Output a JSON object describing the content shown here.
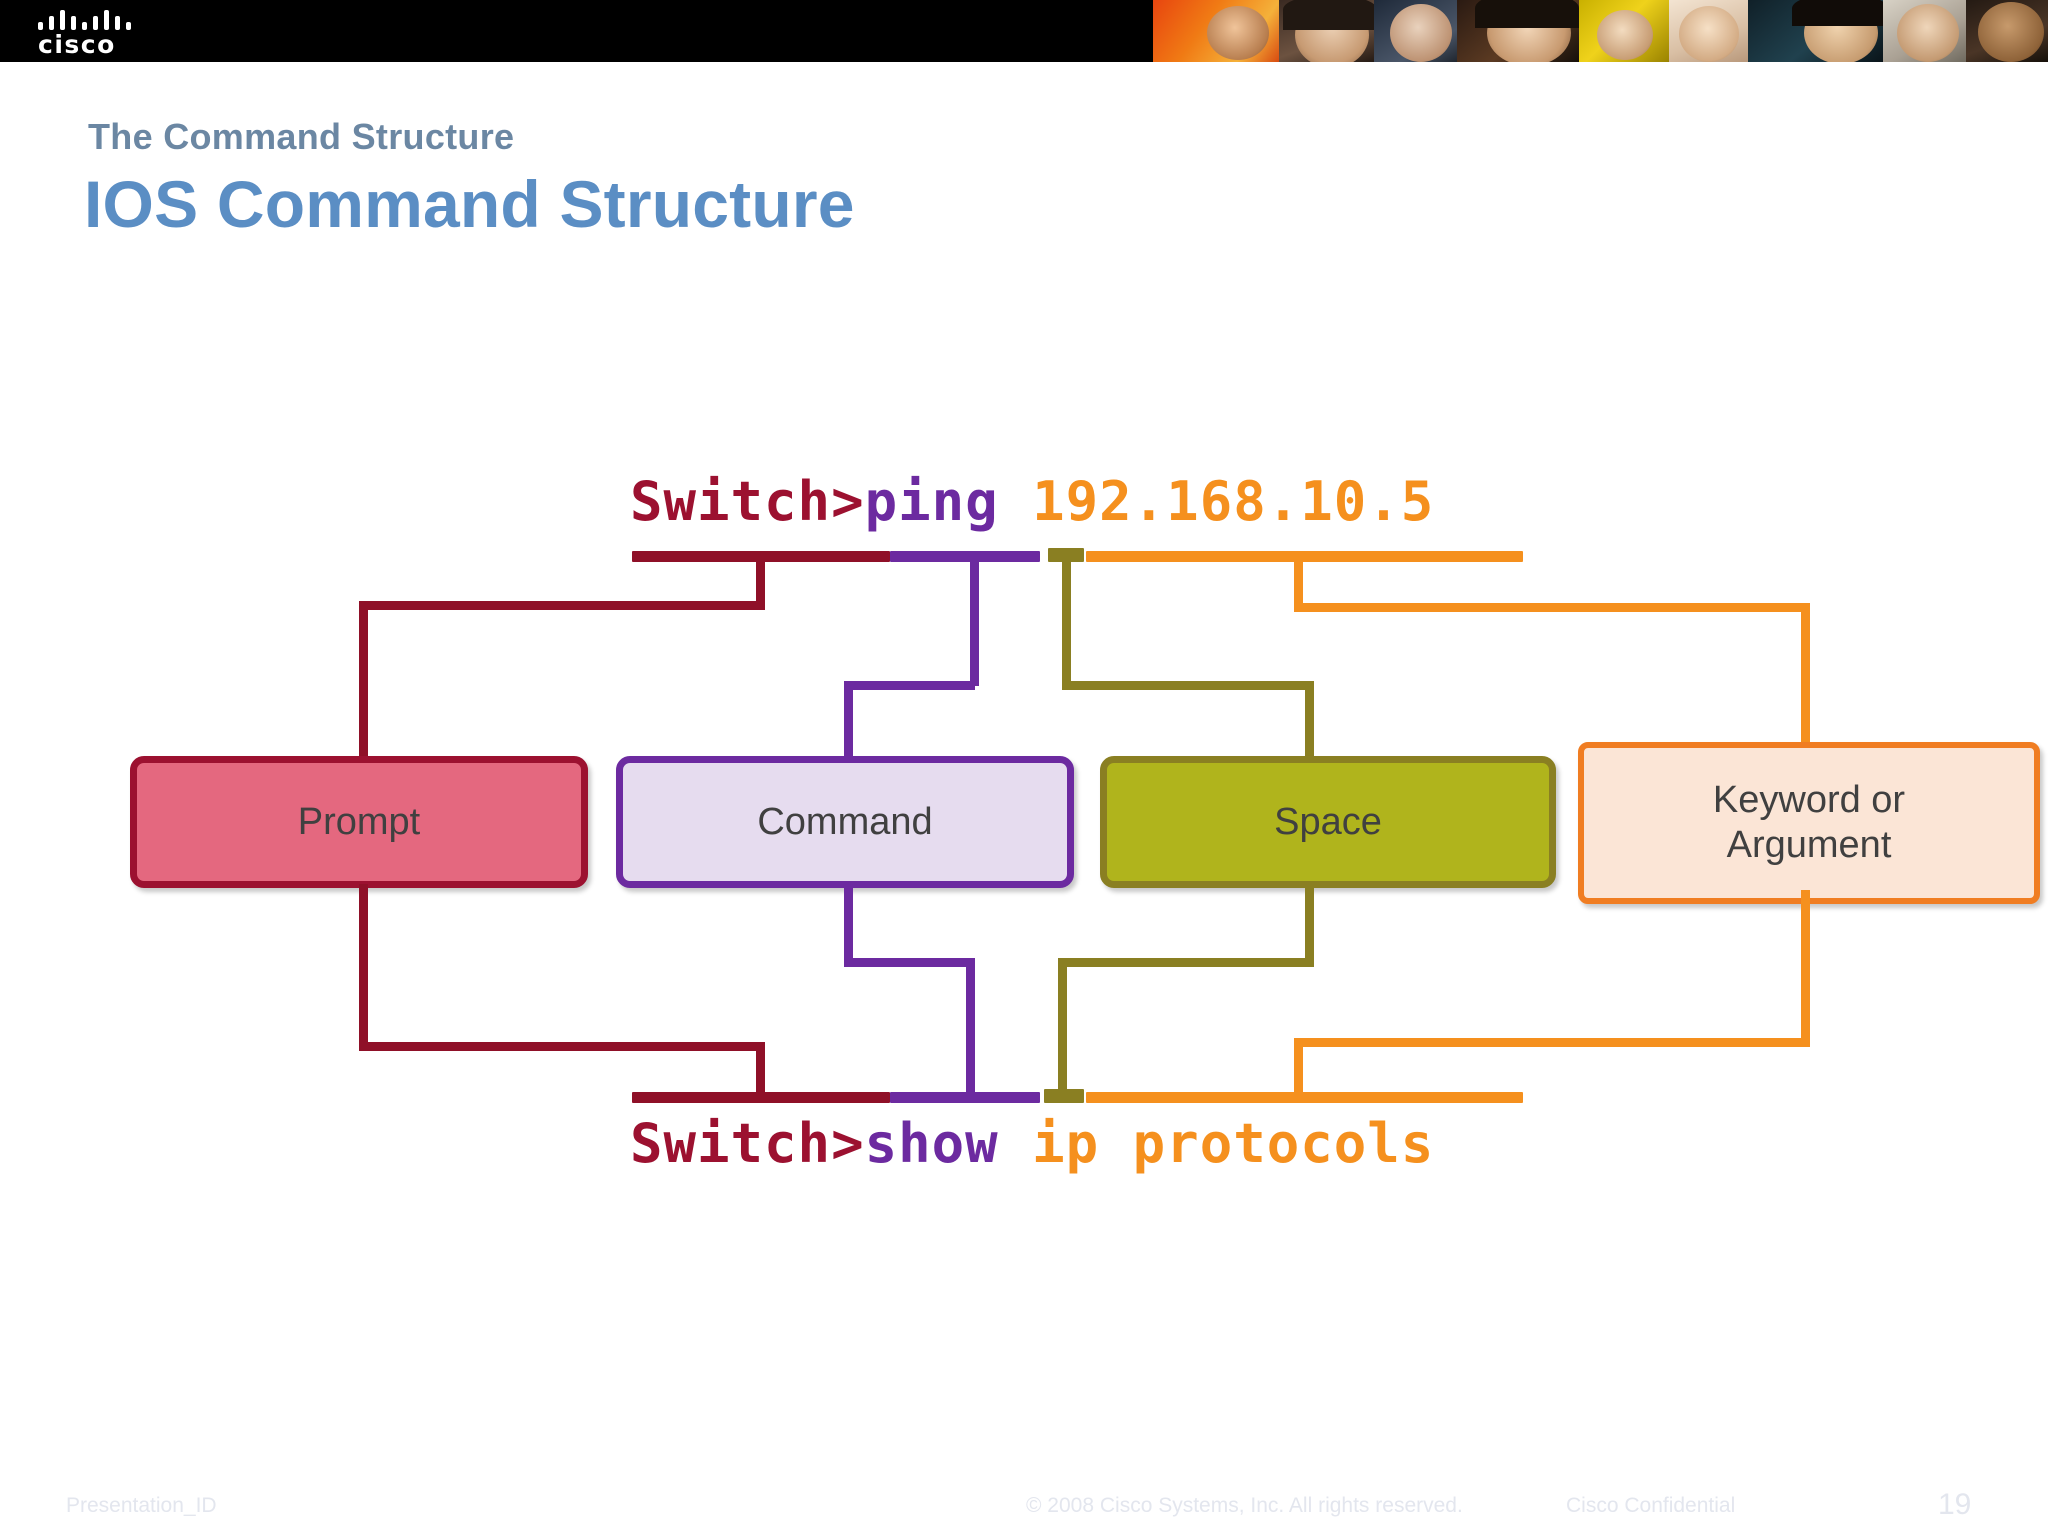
{
  "header": {
    "logo_text": "cisco",
    "logo_icon": "cisco-bridge-icon",
    "photo_strip_alt": "people-faces-strip"
  },
  "slide": {
    "subtitle": "The Command Structure",
    "title": "IOS Command Structure"
  },
  "diagram": {
    "top_command": {
      "prompt": "Switch>",
      "command": "ping",
      "space": " ",
      "argument": "192.168.10.5"
    },
    "bottom_command": {
      "prompt": "Switch>",
      "command": "show",
      "space": " ",
      "argument": "ip protocols"
    },
    "nodes": [
      {
        "id": "prompt",
        "label": "Prompt",
        "color": "#e4687f",
        "border": "#9c1130"
      },
      {
        "id": "command",
        "label": "Command",
        "color": "#e6dcef",
        "border": "#6c2aa0"
      },
      {
        "id": "space",
        "label": "Space",
        "color": "#b0b41c",
        "border": "#8a7f22"
      },
      {
        "id": "keyword",
        "label": "Keyword or\nArgument",
        "label_line1": "Keyword or",
        "label_line2": "Argument",
        "color": "#fbe5d6",
        "border": "#f07d22"
      }
    ]
  },
  "footer": {
    "presentation_id": "Presentation_ID",
    "copyright": "© 2008 Cisco Systems, Inc. All rights reserved.",
    "confidential": "Cisco Confidential",
    "page_number": "19"
  }
}
